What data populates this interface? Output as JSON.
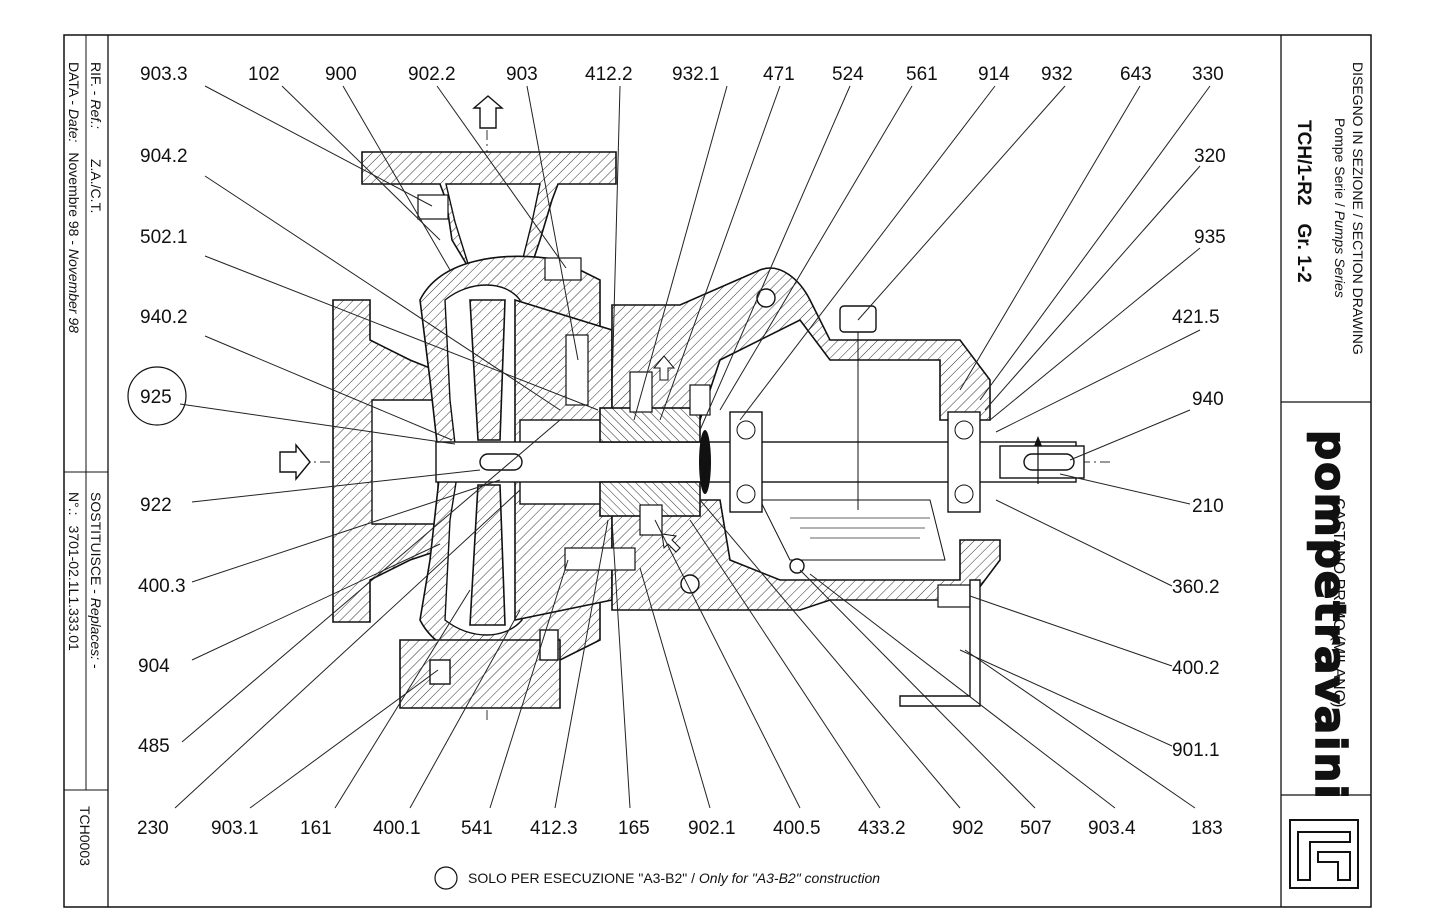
{
  "title_block": {
    "heading": "DISEGNO IN SEZIONE / SECTION DRAWING",
    "series_it": "Pompe Serie /",
    "series_en": "Pumps Series",
    "model": "TCH/1-R2",
    "group": "Gr. 1-2",
    "brand": "pompetravaini",
    "location": "CASTANO PRIMO (MILANO)"
  },
  "side_block": {
    "ref_label": "RIF. -",
    "ref_label_en": "Ref.:",
    "ref_value": "Z.A./C.T.",
    "date_label": "DATA -",
    "date_label_en": "Date:",
    "date_value": "Novembre 98 -",
    "date_value_en": "November 98",
    "replaces_label": "SOSTITUISCE -",
    "replaces_label_en": "Replaces:",
    "replaces_value": "-",
    "number_label": "N°.:",
    "number_value": "3701-02.1L1.333.01",
    "code": "TCH0003"
  },
  "note": {
    "text_it": "SOLO PER ESECUZIONE \"A3-B2\" /",
    "text_en": "Only for \"A3-B2\" construction"
  },
  "labels": {
    "top": [
      "903.3",
      "102",
      "900",
      "902.2",
      "903",
      "412.2",
      "932.1",
      "471",
      "524",
      "561",
      "914",
      "932",
      "643",
      "330"
    ],
    "left": [
      "904.2",
      "502.1",
      "940.2",
      "925",
      "922",
      "400.3",
      "904",
      "485"
    ],
    "right": [
      "320",
      "935",
      "421.5",
      "940",
      "210",
      "360.2",
      "400.2",
      "901.1"
    ],
    "bottom": [
      "230",
      "903.1",
      "161",
      "400.1",
      "541",
      "412.3",
      "165",
      "902.1",
      "400.5",
      "433.2",
      "902",
      "507",
      "903.4",
      "183"
    ]
  }
}
